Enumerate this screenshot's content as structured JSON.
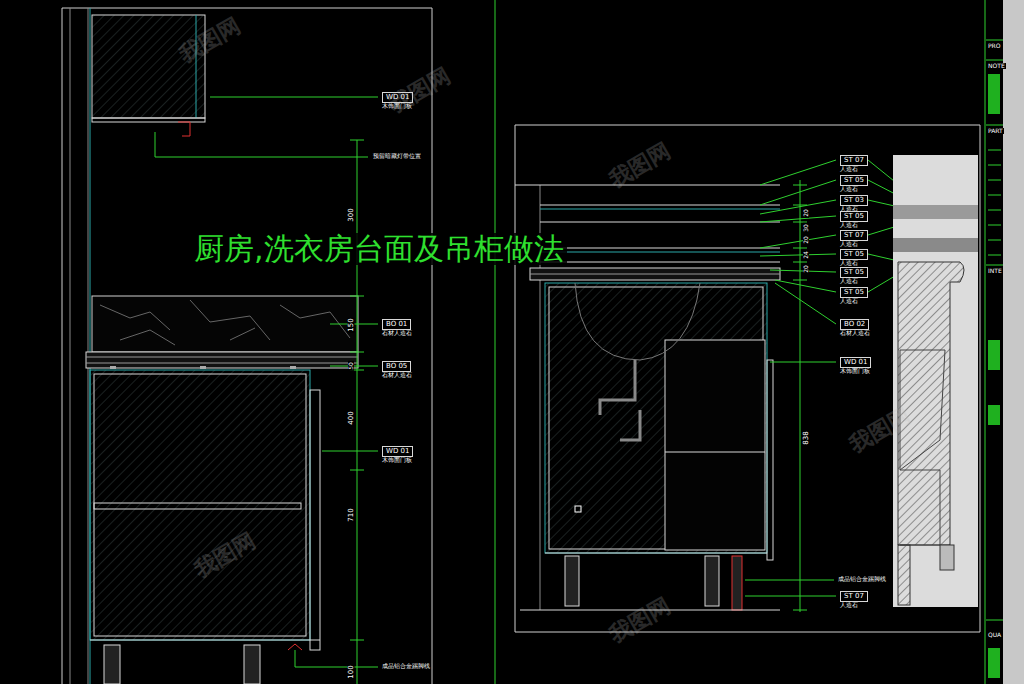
{
  "diagram": {
    "title": "厨房,洗衣房台面及吊柜做法",
    "nodes": [
      {
        "text": [
          "WD 01",
          "木饰面门板"
        ]
      },
      {
        "text": [
          "BO 01",
          "石材人造石"
        ]
      },
      {
        "text": [
          "BO 05",
          "石材人造石"
        ]
      },
      {
        "text": [
          "WD 01",
          "木饰面门板"
        ]
      },
      {
        "text": [
          "ST 07",
          "人造石"
        ]
      },
      {
        "text": [
          "ST 05",
          "人造石"
        ]
      },
      {
        "text": [
          "ST 03",
          "人造石"
        ]
      },
      {
        "text": [
          "ST 05",
          "人造石"
        ]
      },
      {
        "text": [
          "ST 07",
          "人造石"
        ]
      },
      {
        "text": [
          "ST 05",
          "人造石"
        ]
      },
      {
        "text": [
          "ST 05",
          "人造石"
        ]
      },
      {
        "text": [
          "ST 05",
          "人造石"
        ]
      },
      {
        "text": [
          "BO 02",
          "石材人造石"
        ]
      },
      {
        "text": [
          "WD 01",
          "木饰面门板"
        ]
      },
      {
        "text": [
          "ST 07",
          "人造石"
        ]
      }
    ],
    "labels": [
      "300",
      "150",
      "50",
      "400",
      "710",
      "100",
      "预留暗藏灯带位置",
      "成品铝合金踢脚线",
      "20",
      "30",
      "20",
      "24",
      "20",
      "838",
      "成品铝合金踢脚线",
      "PRO",
      "NOTE",
      "PART",
      "INTE",
      "QUA",
      "我图网",
      "我图网",
      "我图网",
      "我图网",
      "我图网",
      "我图网"
    ]
  }
}
